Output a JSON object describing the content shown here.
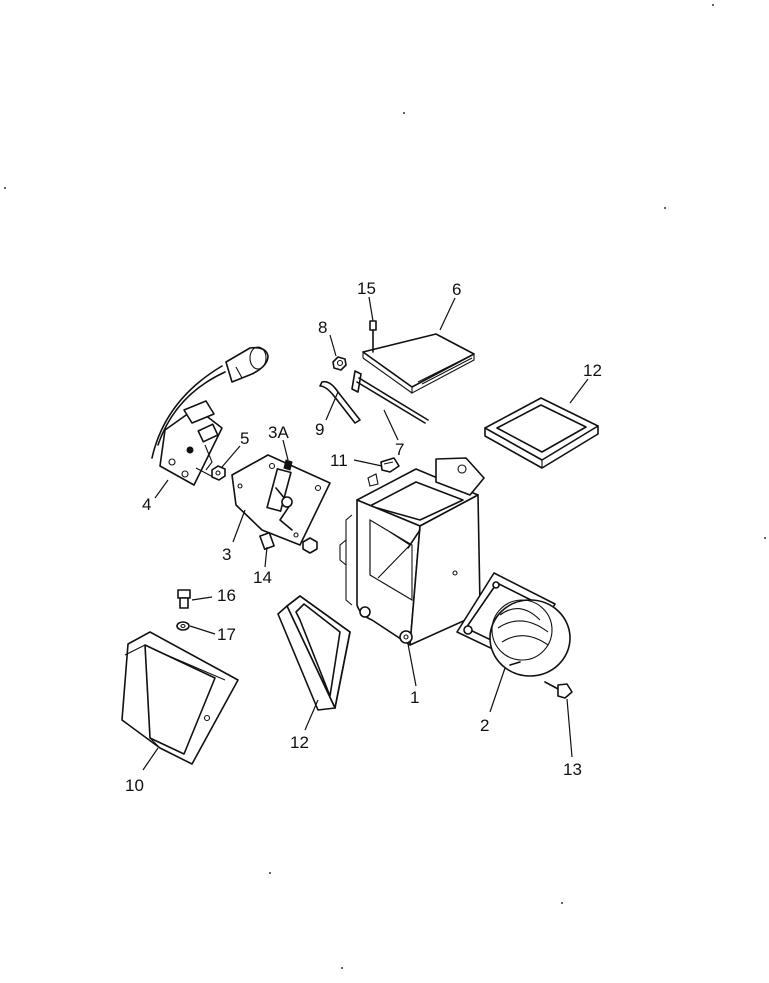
{
  "callouts": {
    "c1": "1",
    "c2": "2",
    "c3": "3",
    "c3a": "3A",
    "c4": "4",
    "c5": "5",
    "c6": "6",
    "c7": "7",
    "c8": "8",
    "c9": "9",
    "c10": "10",
    "c11": "11",
    "c12a": "12",
    "c12b": "12",
    "c13": "13",
    "c14": "14",
    "c15": "15",
    "c16": "16",
    "c17": "17"
  }
}
